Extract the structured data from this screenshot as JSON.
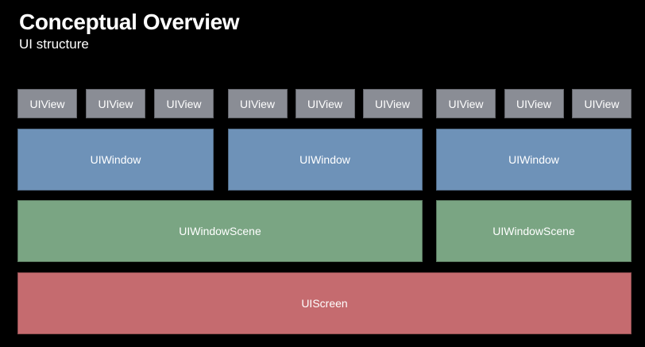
{
  "header": {
    "title": "Conceptual Overview",
    "subtitle": "UI structure"
  },
  "colors": {
    "bg": "#000000",
    "text": "#ffffff",
    "view-fill": "#8a8d95",
    "window-fill": "#6e92b8",
    "scene-fill": "#7aa583",
    "screen-fill": "#c56b6f"
  },
  "diagram": {
    "view_groups": [
      [
        "UIView",
        "UIView",
        "UIView"
      ],
      [
        "UIView",
        "UIView",
        "UIView"
      ],
      [
        "UIView",
        "UIView",
        "UIView"
      ]
    ],
    "windows": [
      "UIWindow",
      "UIWindow",
      "UIWindow"
    ],
    "scenes": [
      "UIWindowScene",
      "UIWindowScene"
    ],
    "screen": "UIScreen"
  }
}
